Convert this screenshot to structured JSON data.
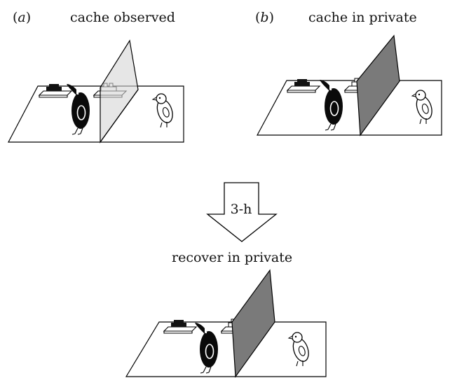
{
  "panel_a": {
    "letter": "a",
    "caption": "cache observed"
  },
  "panel_b": {
    "letter": "b",
    "caption": "cache in private"
  },
  "arrow": {
    "label": "3-h"
  },
  "panel_c": {
    "caption": "recover in private"
  },
  "colors": {
    "line": "#000000",
    "bird_dark": "#0a0a0a",
    "bird_light": "#ffffff",
    "barrier_clear": "#d6d6d6",
    "barrier_opaque": "#7a7a7a",
    "tray_dark": "#111111"
  },
  "icons": [
    "caching-bird-icon",
    "observer-bird-icon",
    "cache-tray-icon",
    "barrier-icon",
    "down-arrow-icon"
  ]
}
